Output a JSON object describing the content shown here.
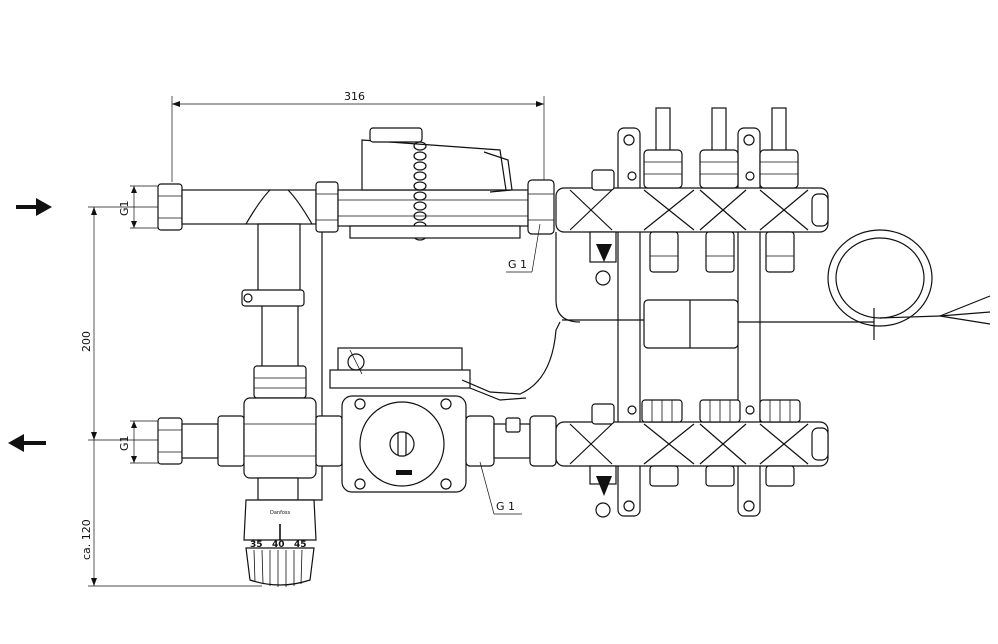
{
  "dimensions": {
    "width_label": "316",
    "height_label": "200",
    "bottom_label": "ca. 120",
    "inlet_thread": "G1",
    "outlet_thread": "G1"
  },
  "callouts": {
    "upper_thread": "G 1",
    "lower_thread": "G 1"
  },
  "thermostat": {
    "scale_low": "35",
    "scale_mid": "40",
    "scale_high": "45",
    "brand": "Danfoss"
  },
  "flow": {
    "inlet": "arrow-right",
    "outlet": "arrow-left"
  }
}
